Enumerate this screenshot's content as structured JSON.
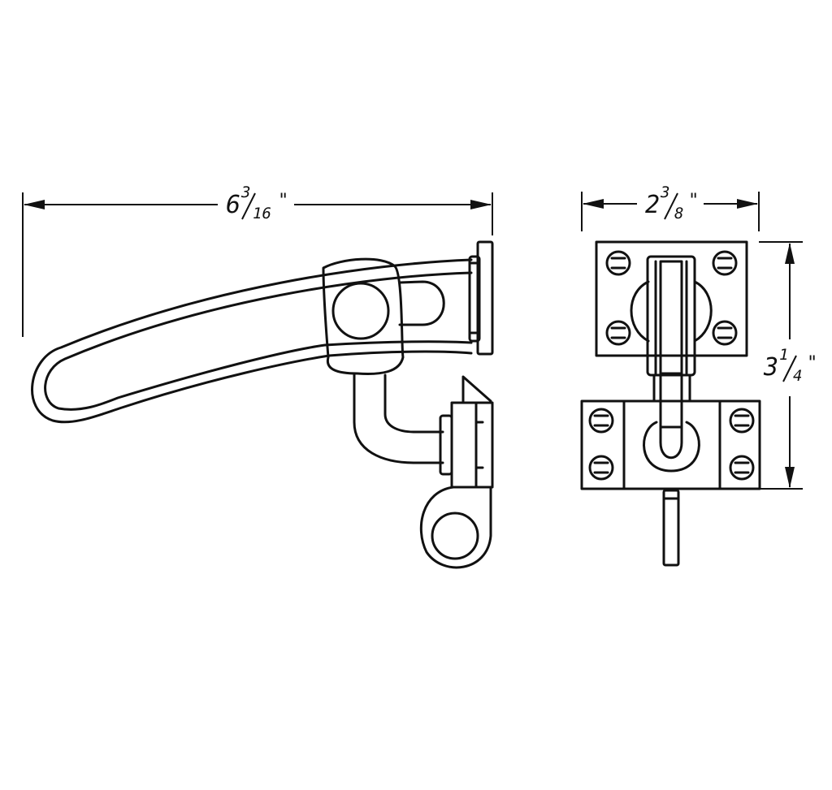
{
  "colors": {
    "stroke": "#111111",
    "background": "#ffffff"
  },
  "dimensions": {
    "overall_length": {
      "whole": "6",
      "numerator": "3",
      "denominator": "16",
      "unit": "\""
    },
    "width": {
      "whole": "2",
      "numerator": "3",
      "denominator": "8",
      "unit": "\""
    },
    "height": {
      "whole": "3",
      "numerator": "1",
      "denominator": "4",
      "unit": "\""
    }
  }
}
